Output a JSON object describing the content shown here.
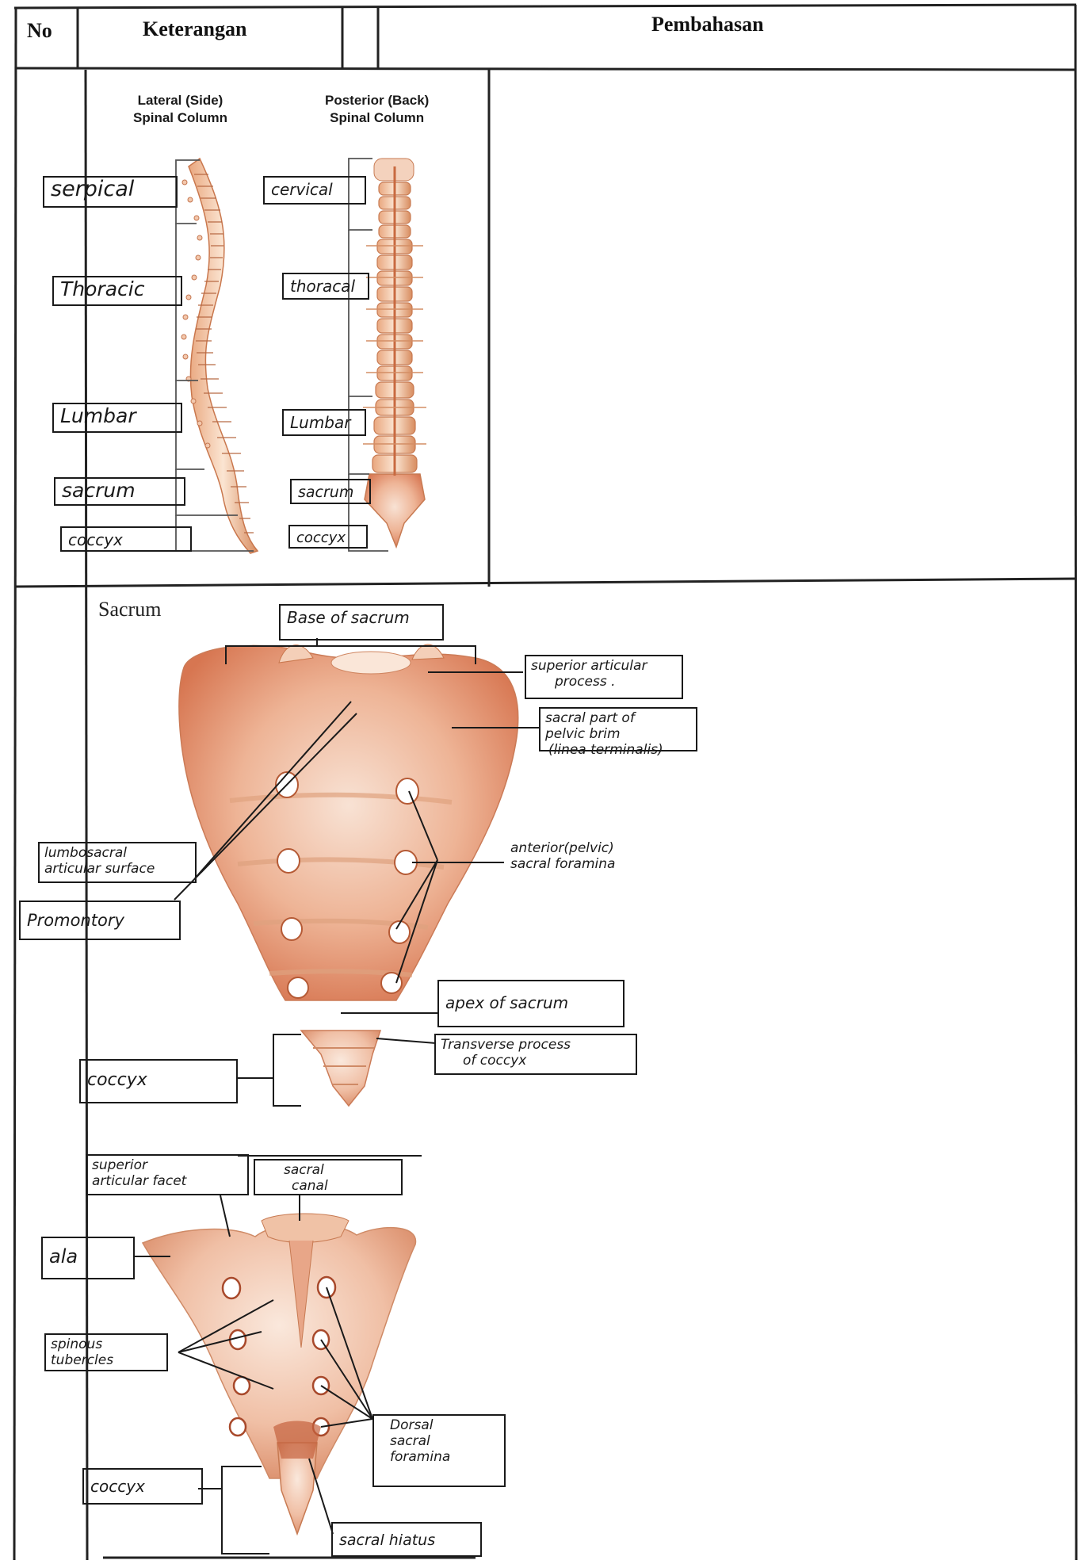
{
  "header": {
    "col_no": "No",
    "col_keterangan": "Keterangan",
    "col_pembahasan": "Pembahasan"
  },
  "spine": {
    "lateral_title": [
      "Lateral (Side)",
      "Spinal Column"
    ],
    "posterior_title": [
      "Posterior (Back)",
      "Spinal Column"
    ],
    "lateral_labels": [
      "serpical",
      "Thoracic",
      "Lumbar",
      "sacrum",
      "coccyx"
    ],
    "posterior_labels": [
      "cervical",
      "thoracal",
      "Lumbar",
      "sacrum",
      "coccyx"
    ]
  },
  "sacrum_anterior": {
    "title": "Sacrum",
    "labels": {
      "base": "Base of sacrum",
      "superior_articular": [
        "superior articular",
        "process ."
      ],
      "pelvic_brim": [
        "sacral part of",
        "pelvic brim",
        "(linea terminalis)"
      ],
      "lumbosacral": [
        "lumbosacral",
        "articular surface"
      ],
      "promontory": "Promontory",
      "anterior_foramina": [
        "anterior(pelvic)",
        "sacral foramina"
      ],
      "apex": "apex of sacrum",
      "transverse_coccyx": [
        "Transverse process",
        "of coccyx"
      ],
      "coccyx": "coccyx"
    }
  },
  "sacrum_posterior": {
    "labels": {
      "superior_facet": [
        "superior",
        "articular facet"
      ],
      "sacral_canal": [
        "sacral",
        "canal"
      ],
      "ala": "ala",
      "spinous": [
        "spinous",
        "tubercles"
      ],
      "dorsal_foramina": [
        "Dorsal",
        "sacral",
        "foramina"
      ],
      "coccyx": "coccyx",
      "hiatus": "sacral hiatus"
    }
  },
  "colors": {
    "bone_light": "#f6dccb",
    "bone_mid": "#e9a784",
    "bone_dark": "#cf6a45",
    "ink": "#1a1a1a"
  }
}
